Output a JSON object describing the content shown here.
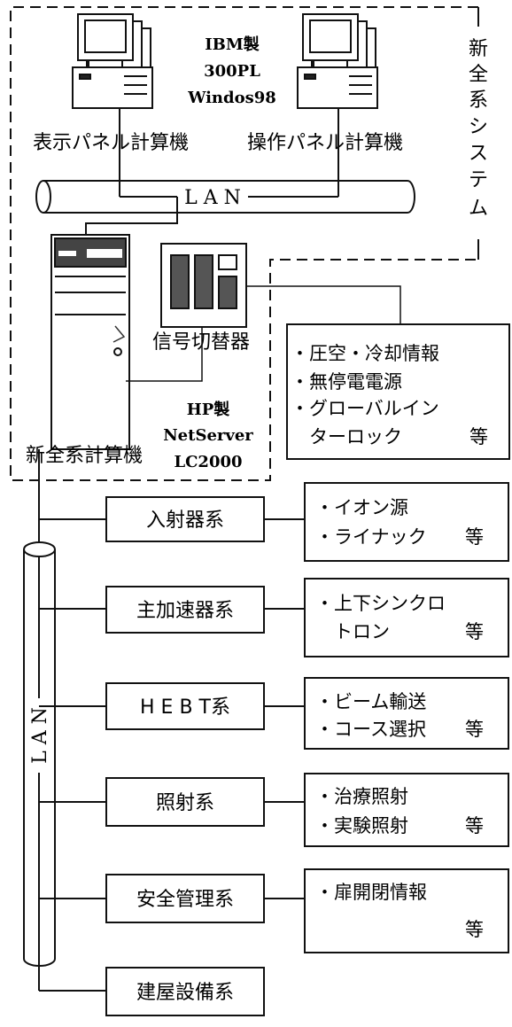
{
  "new_system": {
    "vertical_title_chars": [
      "新",
      "全",
      "系",
      "シ",
      "ス",
      "テ",
      "ム"
    ],
    "display_pc_label": "表示パネル計算機",
    "operation_pc_label": "操作パネル計算機",
    "pc_spec": [
      "IBM製",
      "300PL",
      "Windos98"
    ],
    "top_lan_label": "L A N",
    "signal_switch_label": "信号切替器",
    "server_label": "新全系計算機",
    "server_spec": [
      "HP製",
      "NetServer",
      "LC2000"
    ],
    "signal_info": [
      "・圧空・冷却情報",
      "・無停電電源",
      "・グローバルイン",
      "　ターロック"
    ],
    "signal_info_etc": "等"
  },
  "main_lan_label": "L A N",
  "subsystems": [
    {
      "label": "入射器系",
      "details": [
        "・イオン源",
        "・ライナック"
      ],
      "etc": "等"
    },
    {
      "label": "主加速器系",
      "details": [
        "・上下シンクロ",
        "　トロン"
      ],
      "etc": "等"
    },
    {
      "label": "H E B T系",
      "details": [
        "・ビーム輸送",
        "・コース選択"
      ],
      "etc": "等"
    },
    {
      "label": "照射系",
      "details": [
        "・治療照射",
        "・実験照射"
      ],
      "etc": "等"
    },
    {
      "label": "安全管理系",
      "details": [
        "・扉開閉情報",
        ""
      ],
      "etc": "等"
    },
    {
      "label": "建屋設備系",
      "details": [],
      "etc": ""
    }
  ]
}
